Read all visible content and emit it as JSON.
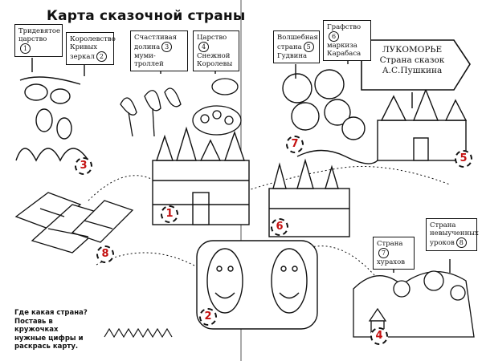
{
  "title": "Карта сказочной страны",
  "signs": [
    {
      "lines": [
        "Тридевятое",
        "царство"
      ],
      "number": "1"
    },
    {
      "lines": [
        "Королевство",
        "Кривых",
        "зеркал"
      ],
      "number": "2"
    },
    {
      "lines": [
        "Счастливая",
        "долина",
        "муми-троллей"
      ],
      "number": "3"
    },
    {
      "lines": [
        "Царство",
        "Снежной",
        "Королевы"
      ],
      "number": "4"
    },
    {
      "lines": [
        "Волшебная",
        "страна",
        "Гудвина"
      ],
      "number": "5"
    },
    {
      "lines": [
        "Графство",
        "маркиза",
        "Карабаса"
      ],
      "number": "6"
    },
    {
      "lines": [
        "Страна",
        "хурахов"
      ],
      "number": "7"
    },
    {
      "lines": [
        "Страна",
        "невыученных",
        "уроков"
      ],
      "number": "8"
    }
  ],
  "lukomorye": {
    "line1": "ЛУКОМОРЬЕ",
    "line2": "Страна сказок",
    "line3": "А.С.Пушкина"
  },
  "markers": [
    "1",
    "2",
    "3",
    "4",
    "5",
    "6",
    "7",
    "8"
  ],
  "instruction": {
    "lines": [
      "Где какая страна?",
      "Поставь в кружочках",
      "нужные цифры и",
      "раскрась карту."
    ]
  },
  "colors": {
    "marker_number": "#c41010",
    "ink": "#111111"
  }
}
